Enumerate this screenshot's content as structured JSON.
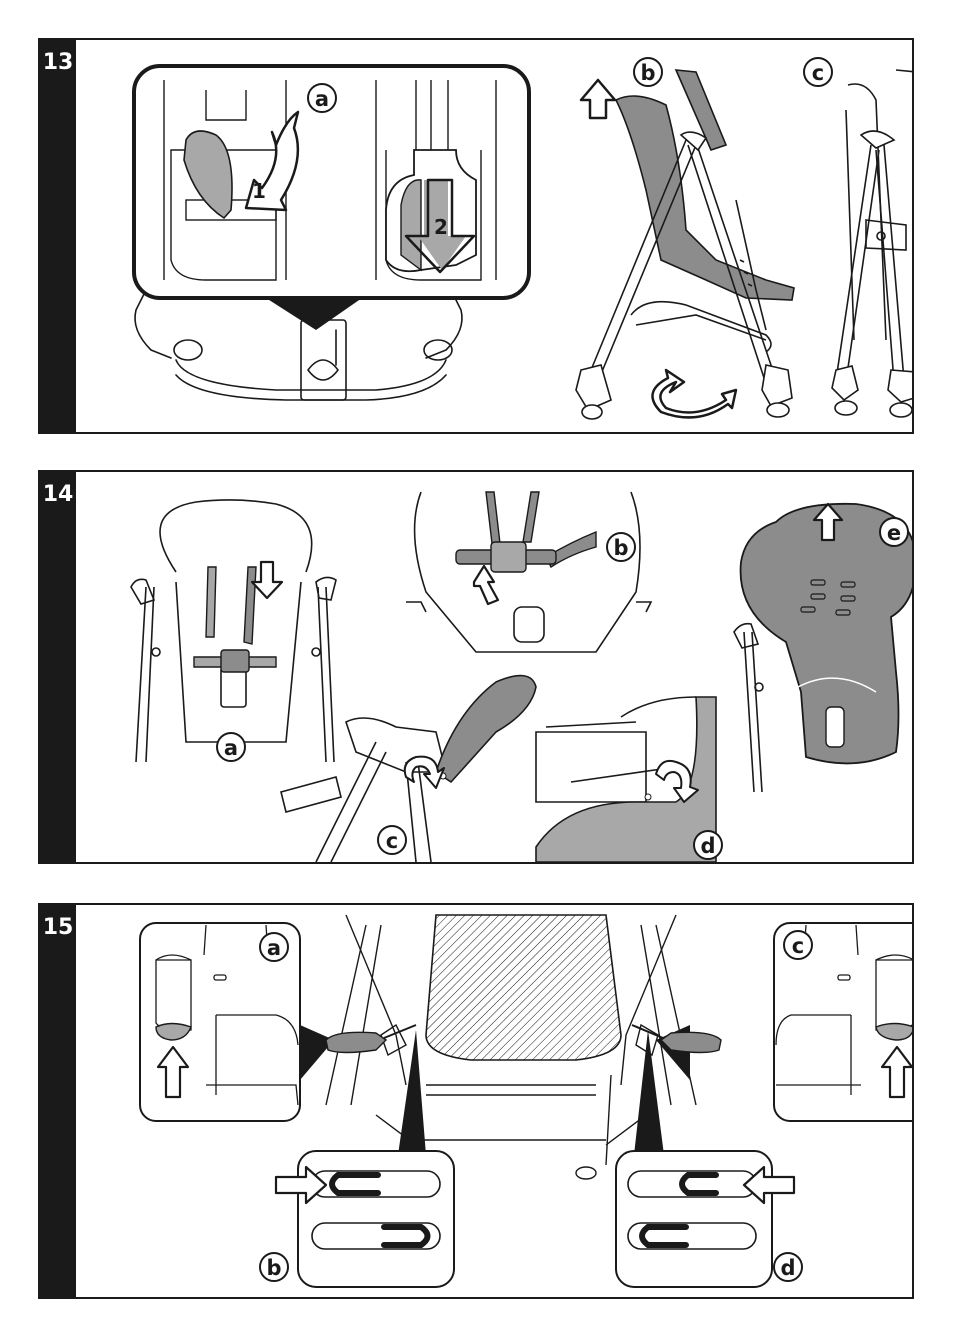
{
  "colors": {
    "ink": "#1a1a1a",
    "shade": "#a8a8a8",
    "dark_shade": "#8c8c8c",
    "paper": "#ffffff"
  },
  "steps": [
    {
      "number": "13",
      "labels": {
        "a": "a",
        "b": "b",
        "c": "c"
      },
      "arrow_numbers": [
        "1",
        "2"
      ]
    },
    {
      "number": "14",
      "labels": {
        "a": "a",
        "b": "b",
        "c": "c",
        "d": "d",
        "e": "e"
      }
    },
    {
      "number": "15",
      "labels": {
        "a": "a",
        "b": "b",
        "c": "c",
        "d": "d"
      }
    }
  ],
  "icons": [
    "arrow-up-icon",
    "arrow-down-icon",
    "curved-arrow-icon",
    "rotate-arrow-icon",
    "arrow-right-icon",
    "arrow-left-icon"
  ]
}
